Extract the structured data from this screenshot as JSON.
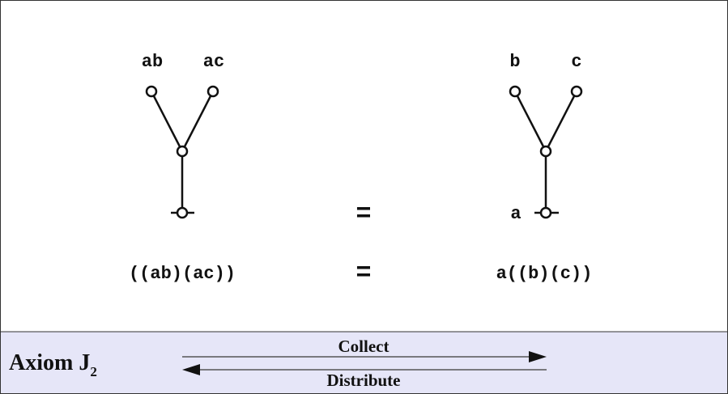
{
  "left_tree": {
    "leaf_left": "ab",
    "leaf_right": "ac",
    "root_label": ""
  },
  "right_tree": {
    "leaf_left": "b",
    "leaf_right": "c",
    "root_label": "a"
  },
  "equals": "=",
  "left_expression": "((ab)(ac))",
  "right_expression": "a((b)(c))",
  "footer": {
    "axiom": "Axiom J",
    "subscript": "2",
    "forward_label": "Collect",
    "backward_label": "Distribute",
    "background": "#e6e6f8"
  }
}
